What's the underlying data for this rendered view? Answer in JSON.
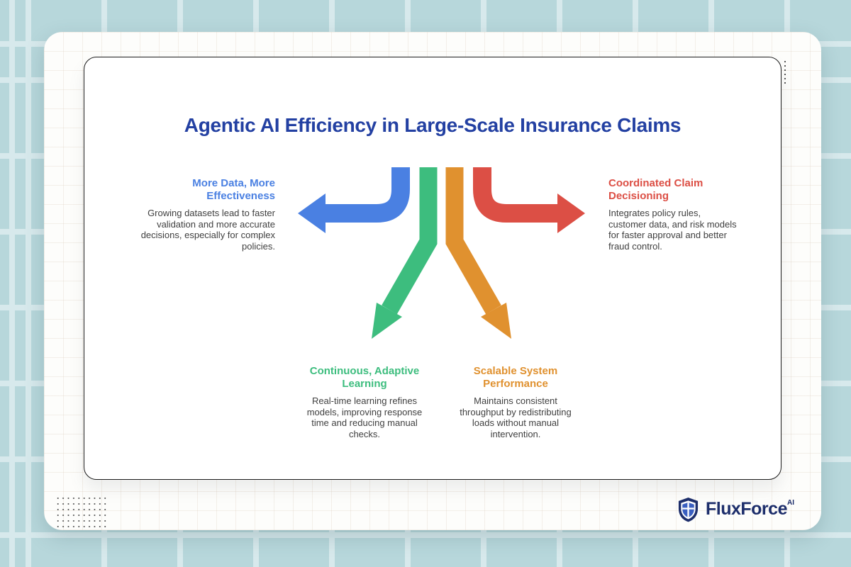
{
  "title": "Agentic AI Efficiency in Large-Scale Insurance Claims",
  "colors": {
    "background": "#b7d7db",
    "card": "#fdfdfb",
    "card_border": "#1b1b1b",
    "title": "#2340a2",
    "blue": "#4a80e2",
    "green": "#3dbd7e",
    "orange": "#e0912f",
    "red": "#dc4f45",
    "body_text": "#3f3f3f",
    "logo_navy": "#1d2e6b",
    "logo_blue": "#3a5fc0"
  },
  "sections": {
    "top_left": {
      "heading": "More Data, More Effectiveness",
      "description": "Growing datasets lead to faster validation and more accurate decisions, especially for complex policies."
    },
    "top_right": {
      "heading": "Coordinated Claim Decisioning",
      "description": "Integrates policy rules, customer data, and risk models for faster approval and better fraud control."
    },
    "bottom_left": {
      "heading": "Continuous, Adaptive Learning",
      "description": "Real-time learning refines models, improving response time and reducing manual checks."
    },
    "bottom_right": {
      "heading": "Scalable System Performance",
      "description": "Maintains consistent throughput by redistributing loads without manual intervention."
    }
  },
  "logo": {
    "name": "FluxForce",
    "suffix": "AI"
  }
}
